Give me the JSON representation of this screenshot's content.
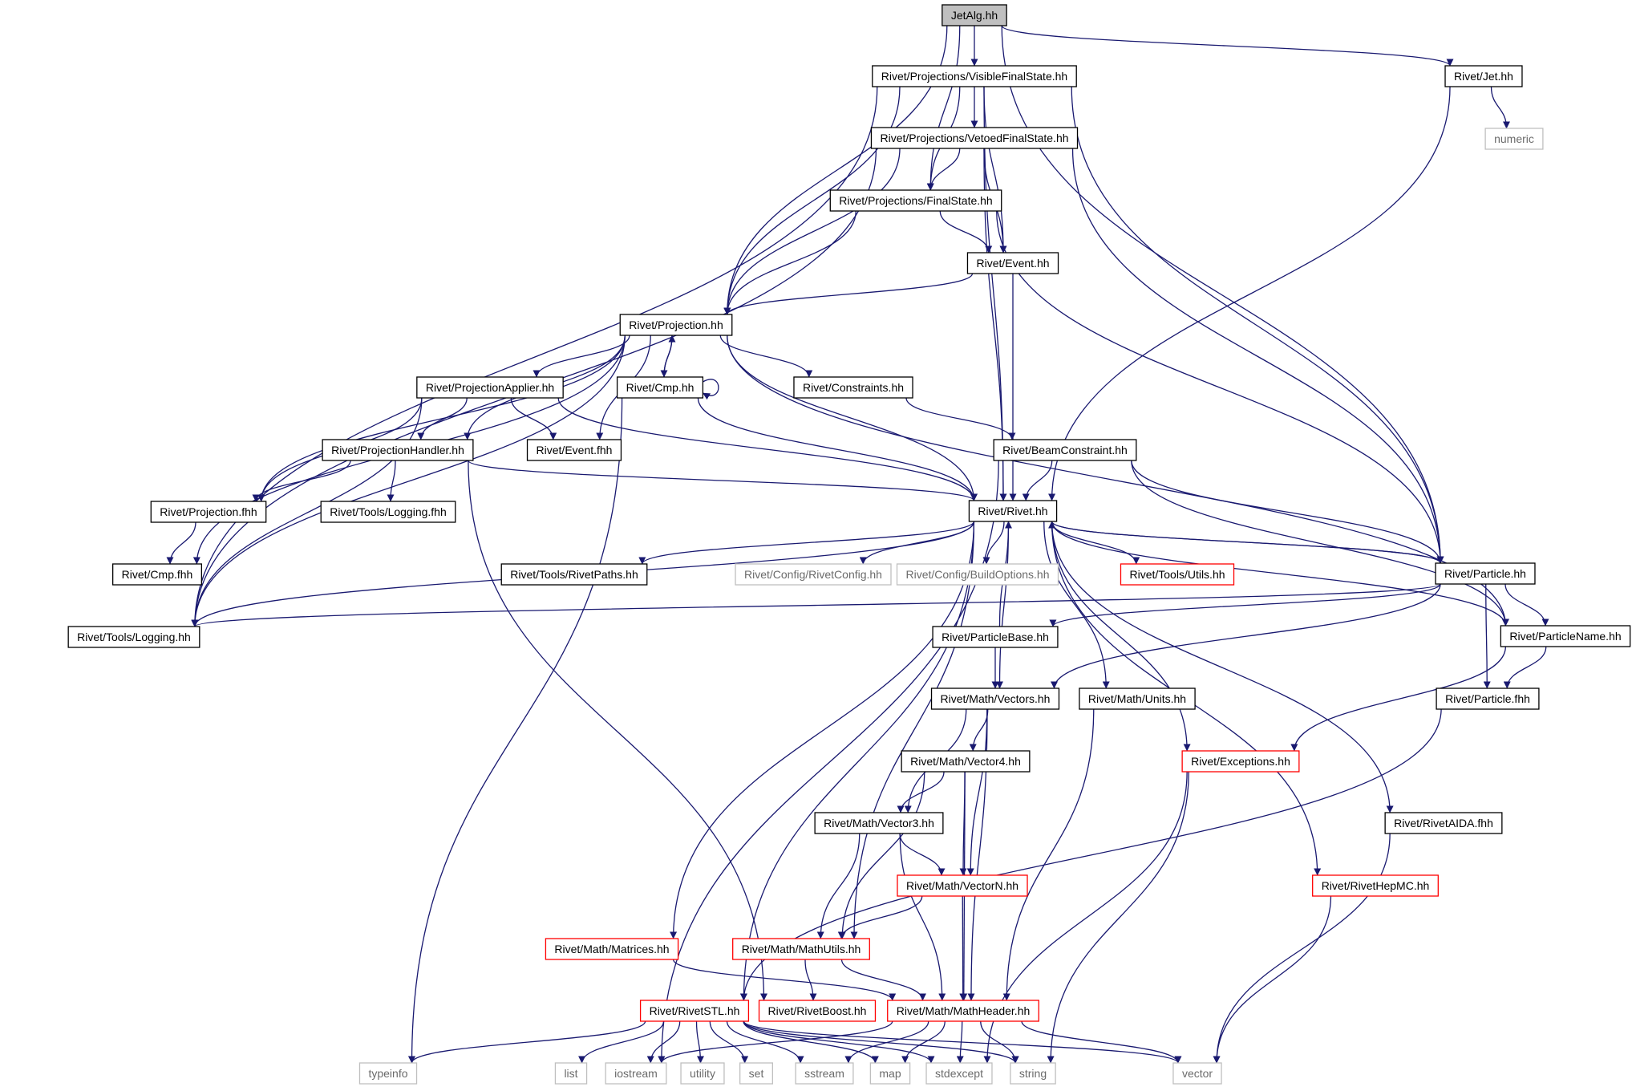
{
  "colors": {
    "edge": "#191970",
    "box_normal": "#000000",
    "box_red": "#ff0000",
    "box_gray": "#bfbfbf",
    "root_fill": "#bfbfbf",
    "text_normal": "#000000",
    "text_gray": "#6b6b6b"
  },
  "nodes": [
    {
      "id": "jetalg",
      "label": "JetAlg.hh",
      "style": "root"
    },
    {
      "id": "visfs",
      "label": "Rivet/Projections/VisibleFinalState.hh",
      "style": "normal"
    },
    {
      "id": "jet",
      "label": "Rivet/Jet.hh",
      "style": "normal"
    },
    {
      "id": "numeric",
      "label": "numeric",
      "style": "gray"
    },
    {
      "id": "vetofs",
      "label": "Rivet/Projections/VetoedFinalState.hh",
      "style": "normal"
    },
    {
      "id": "finalstate",
      "label": "Rivet/Projections/FinalState.hh",
      "style": "normal"
    },
    {
      "id": "event",
      "label": "Rivet/Event.hh",
      "style": "normal"
    },
    {
      "id": "projection",
      "label": "Rivet/Projection.hh",
      "style": "normal"
    },
    {
      "id": "projapplier",
      "label": "Rivet/ProjectionApplier.hh",
      "style": "normal"
    },
    {
      "id": "cmp",
      "label": "Rivet/Cmp.hh",
      "style": "normal"
    },
    {
      "id": "constraints",
      "label": "Rivet/Constraints.hh",
      "style": "normal"
    },
    {
      "id": "projhandler",
      "label": "Rivet/ProjectionHandler.hh",
      "style": "normal"
    },
    {
      "id": "eventfhh",
      "label": "Rivet/Event.fhh",
      "style": "normal"
    },
    {
      "id": "beamconstraint",
      "label": "Rivet/BeamConstraint.hh",
      "style": "normal"
    },
    {
      "id": "projfhh",
      "label": "Rivet/Projection.fhh",
      "style": "normal"
    },
    {
      "id": "toolslogfhh",
      "label": "Rivet/Tools/Logging.fhh",
      "style": "normal"
    },
    {
      "id": "rivet",
      "label": "Rivet/Rivet.hh",
      "style": "normal"
    },
    {
      "id": "cmpfhh",
      "label": "Rivet/Cmp.fhh",
      "style": "normal"
    },
    {
      "id": "rivetpaths",
      "label": "Rivet/Tools/RivetPaths.hh",
      "style": "normal"
    },
    {
      "id": "rivetconfig",
      "label": "Rivet/Config/RivetConfig.hh",
      "style": "gray"
    },
    {
      "id": "buildoptions",
      "label": "Rivet/Config/BuildOptions.hh",
      "style": "gray"
    },
    {
      "id": "utils",
      "label": "Rivet/Tools/Utils.hh",
      "style": "red"
    },
    {
      "id": "particle",
      "label": "Rivet/Particle.hh",
      "style": "normal"
    },
    {
      "id": "logging",
      "label": "Rivet/Tools/Logging.hh",
      "style": "normal"
    },
    {
      "id": "particlebase",
      "label": "Rivet/ParticleBase.hh",
      "style": "normal"
    },
    {
      "id": "particlename",
      "label": "Rivet/ParticleName.hh",
      "style": "normal"
    },
    {
      "id": "vectors",
      "label": "Rivet/Math/Vectors.hh",
      "style": "normal"
    },
    {
      "id": "units",
      "label": "Rivet/Math/Units.hh",
      "style": "normal"
    },
    {
      "id": "particlefhh",
      "label": "Rivet/Particle.fhh",
      "style": "normal"
    },
    {
      "id": "vector4",
      "label": "Rivet/Math/Vector4.hh",
      "style": "normal"
    },
    {
      "id": "exceptions",
      "label": "Rivet/Exceptions.hh",
      "style": "red"
    },
    {
      "id": "vector3",
      "label": "Rivet/Math/Vector3.hh",
      "style": "normal"
    },
    {
      "id": "rivetaida",
      "label": "Rivet/RivetAIDA.fhh",
      "style": "normal"
    },
    {
      "id": "vectorn",
      "label": "Rivet/Math/VectorN.hh",
      "style": "red"
    },
    {
      "id": "rivethepmc",
      "label": "Rivet/RivetHepMC.hh",
      "style": "red"
    },
    {
      "id": "matrices",
      "label": "Rivet/Math/Matrices.hh",
      "style": "red"
    },
    {
      "id": "mathutils",
      "label": "Rivet/Math/MathUtils.hh",
      "style": "red"
    },
    {
      "id": "rivetstl",
      "label": "Rivet/RivetSTL.hh",
      "style": "red"
    },
    {
      "id": "rivetboost",
      "label": "Rivet/RivetBoost.hh",
      "style": "red"
    },
    {
      "id": "mathheader",
      "label": "Rivet/Math/MathHeader.hh",
      "style": "red"
    },
    {
      "id": "typeinfo",
      "label": "typeinfo",
      "style": "gray"
    },
    {
      "id": "list",
      "label": "list",
      "style": "gray"
    },
    {
      "id": "iostream",
      "label": "iostream",
      "style": "gray"
    },
    {
      "id": "utility",
      "label": "utility",
      "style": "gray"
    },
    {
      "id": "set",
      "label": "set",
      "style": "gray"
    },
    {
      "id": "sstream",
      "label": "sstream",
      "style": "gray"
    },
    {
      "id": "map",
      "label": "map",
      "style": "gray"
    },
    {
      "id": "stdexcept",
      "label": "stdexcept",
      "style": "gray"
    },
    {
      "id": "string",
      "label": "string",
      "style": "gray"
    },
    {
      "id": "vector",
      "label": "vector",
      "style": "gray"
    }
  ],
  "edges": [
    [
      "jetalg",
      "visfs"
    ],
    [
      "jetalg",
      "jet"
    ],
    [
      "jetalg",
      "projection"
    ],
    [
      "jetalg",
      "finalstate"
    ],
    [
      "jetalg",
      "particle"
    ],
    [
      "jet",
      "numeric"
    ],
    [
      "jet",
      "rivet"
    ],
    [
      "visfs",
      "vetofs"
    ],
    [
      "visfs",
      "finalstate"
    ],
    [
      "visfs",
      "event"
    ],
    [
      "visfs",
      "projection"
    ],
    [
      "visfs",
      "logging"
    ],
    [
      "visfs",
      "rivet"
    ],
    [
      "visfs",
      "particle"
    ],
    [
      "vetofs",
      "finalstate"
    ],
    [
      "vetofs",
      "event"
    ],
    [
      "vetofs",
      "projection"
    ],
    [
      "vetofs",
      "logging"
    ],
    [
      "vetofs",
      "rivet"
    ],
    [
      "vetofs",
      "particle"
    ],
    [
      "finalstate",
      "event"
    ],
    [
      "finalstate",
      "projection"
    ],
    [
      "finalstate",
      "particle"
    ],
    [
      "event",
      "projection"
    ],
    [
      "event",
      "rivet"
    ],
    [
      "projection",
      "projapplier"
    ],
    [
      "projection",
      "cmp"
    ],
    [
      "projection",
      "constraints"
    ],
    [
      "projection",
      "projhandler"
    ],
    [
      "projection",
      "eventfhh"
    ],
    [
      "projection",
      "projfhh"
    ],
    [
      "projection",
      "cmpfhh"
    ],
    [
      "projection",
      "logging"
    ],
    [
      "projection",
      "rivet"
    ],
    [
      "projection",
      "particlename"
    ],
    [
      "projapplier",
      "projhandler"
    ],
    [
      "projapplier",
      "eventfhh"
    ],
    [
      "projapplier",
      "projfhh"
    ],
    [
      "projapplier",
      "logging"
    ],
    [
      "projapplier",
      "rivet"
    ],
    [
      "cmp",
      "projection"
    ],
    [
      "cmp",
      "cmp"
    ],
    [
      "cmp",
      "rivet"
    ],
    [
      "cmp",
      "typeinfo"
    ],
    [
      "constraints",
      "beamconstraint"
    ],
    [
      "projhandler",
      "projfhh"
    ],
    [
      "projhandler",
      "toolslogfhh"
    ],
    [
      "projhandler",
      "rivet"
    ],
    [
      "projhandler",
      "rivetboost"
    ],
    [
      "beamconstraint",
      "rivet"
    ],
    [
      "beamconstraint",
      "particle"
    ],
    [
      "beamconstraint",
      "particlename"
    ],
    [
      "beamconstraint",
      "iostream"
    ],
    [
      "projfhh",
      "cmpfhh"
    ],
    [
      "rivet",
      "rivetpaths"
    ],
    [
      "rivet",
      "rivetconfig"
    ],
    [
      "rivet",
      "buildoptions"
    ],
    [
      "rivet",
      "utils"
    ],
    [
      "rivet",
      "particle"
    ],
    [
      "rivet",
      "logging"
    ],
    [
      "rivet",
      "vectors"
    ],
    [
      "rivet",
      "units"
    ],
    [
      "rivet",
      "particlename"
    ],
    [
      "rivet",
      "exceptions"
    ],
    [
      "rivet",
      "rivetaida"
    ],
    [
      "rivet",
      "rivethepmc"
    ],
    [
      "rivet",
      "matrices"
    ],
    [
      "rivet",
      "mathutils"
    ],
    [
      "rivet",
      "rivetstl"
    ],
    [
      "particle",
      "rivet"
    ],
    [
      "particle",
      "logging"
    ],
    [
      "particle",
      "particlebase"
    ],
    [
      "particle",
      "particlename"
    ],
    [
      "particle",
      "particlefhh"
    ],
    [
      "particle",
      "vectors"
    ],
    [
      "particlebase",
      "rivet"
    ],
    [
      "particlebase",
      "vectors"
    ],
    [
      "particlename",
      "particlefhh"
    ],
    [
      "particlename",
      "exceptions"
    ],
    [
      "particlefhh",
      "rivetstl"
    ],
    [
      "vectors",
      "vector4"
    ],
    [
      "vectors",
      "vector3"
    ],
    [
      "vectors",
      "vectorn"
    ],
    [
      "vectors",
      "mathheader"
    ],
    [
      "units",
      "mathheader"
    ],
    [
      "vector4",
      "vector3"
    ],
    [
      "vector4",
      "vectorn"
    ],
    [
      "vector4",
      "mathutils"
    ],
    [
      "vector4",
      "mathheader"
    ],
    [
      "vector3",
      "vectorn"
    ],
    [
      "vector3",
      "mathutils"
    ],
    [
      "vector3",
      "mathheader"
    ],
    [
      "vectorn",
      "mathutils"
    ],
    [
      "vectorn",
      "mathheader"
    ],
    [
      "exceptions",
      "stdexcept"
    ],
    [
      "exceptions",
      "string"
    ],
    [
      "rivetaida",
      "vector"
    ],
    [
      "rivethepmc",
      "vector"
    ],
    [
      "matrices",
      "mathheader"
    ],
    [
      "mathutils",
      "rivetboost"
    ],
    [
      "mathutils",
      "mathheader"
    ],
    [
      "mathheader",
      "iostream"
    ],
    [
      "mathheader",
      "sstream"
    ],
    [
      "mathheader",
      "map"
    ],
    [
      "mathheader",
      "stdexcept"
    ],
    [
      "mathheader",
      "string"
    ],
    [
      "mathheader",
      "vector"
    ],
    [
      "rivetstl",
      "typeinfo"
    ],
    [
      "rivetstl",
      "list"
    ],
    [
      "rivetstl",
      "iostream"
    ],
    [
      "rivetstl",
      "utility"
    ],
    [
      "rivetstl",
      "set"
    ],
    [
      "rivetstl",
      "sstream"
    ],
    [
      "rivetstl",
      "map"
    ],
    [
      "rivetstl",
      "stdexcept"
    ],
    [
      "rivetstl",
      "string"
    ],
    [
      "rivetstl",
      "vector"
    ]
  ]
}
